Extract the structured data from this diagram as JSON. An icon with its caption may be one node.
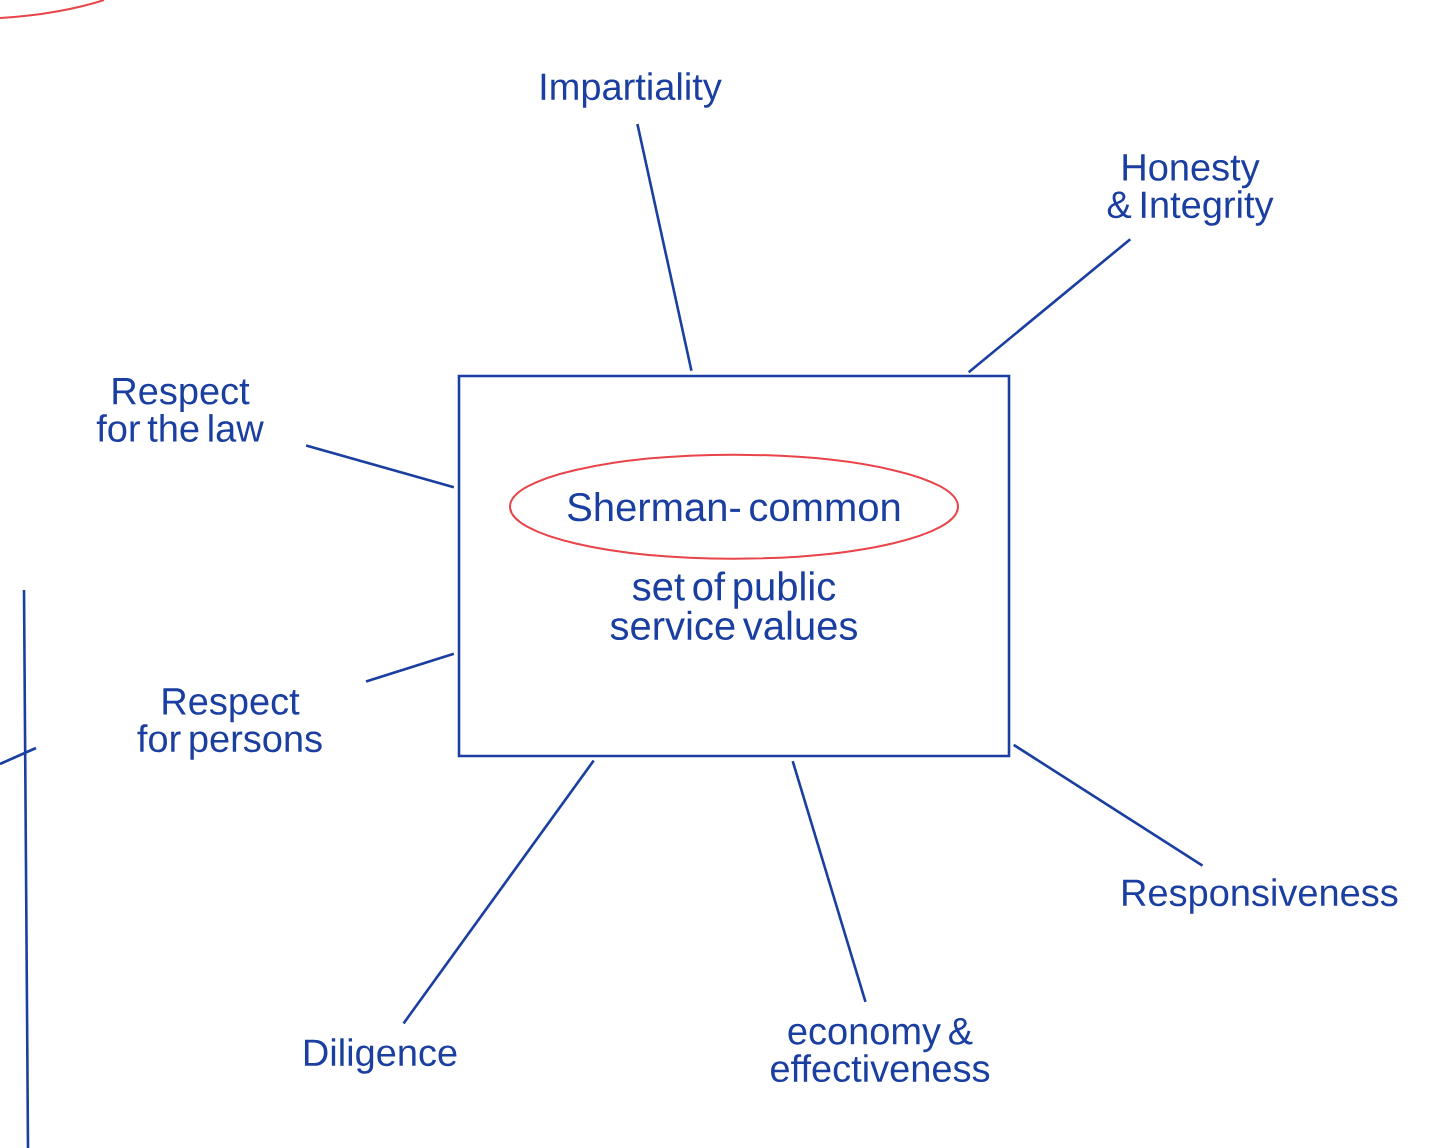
{
  "diagram": {
    "nodes": [
      {
        "text": [
          "Sherman- common",
          "set of public service values"
        ]
      },
      {
        "text": [
          "Impartiality"
        ]
      },
      {
        "text": [
          "Honesty & Integrity"
        ]
      },
      {
        "text": [
          "Respect for the law"
        ]
      },
      {
        "text": [
          "Respect for persons"
        ]
      },
      {
        "text": [
          "Diligence"
        ]
      },
      {
        "text": [
          "economy & effectiveness"
        ]
      },
      {
        "text": [
          "Responsiveness"
        ]
      }
    ],
    "edges": [
      {
        "from": 1,
        "to": 0,
        "arrow": "none"
      },
      {
        "from": 2,
        "to": 0,
        "arrow": "none"
      },
      {
        "from": 3,
        "to": 0,
        "arrow": "none"
      },
      {
        "from": 4,
        "to": 0,
        "arrow": "none"
      },
      {
        "from": 5,
        "to": 0,
        "arrow": "none"
      },
      {
        "from": 6,
        "to": 0,
        "arrow": "none"
      },
      {
        "from": 7,
        "to": 0,
        "arrow": "none"
      }
    ]
  }
}
